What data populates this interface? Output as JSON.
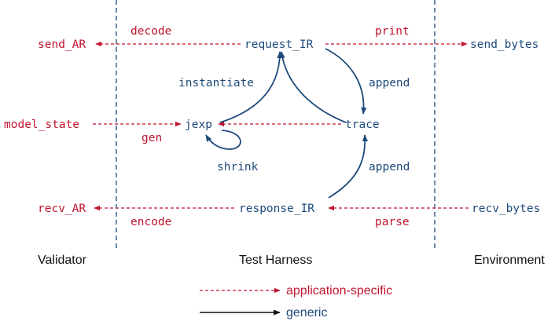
{
  "nodes": {
    "send_AR": "send_AR",
    "request_IR": "request_IR",
    "send_bytes": "send_bytes",
    "model_state": "model_state",
    "jexp": "jexp",
    "trace": "trace",
    "recv_AR": "recv_AR",
    "response_IR": "response_IR",
    "recv_bytes": "recv_bytes"
  },
  "edge_labels": {
    "decode": "decode",
    "print": "print",
    "instantiate": "instantiate",
    "append_top": "append",
    "gen": "gen",
    "shrink": "shrink",
    "append_bottom": "append",
    "encode": "encode",
    "parse": "parse"
  },
  "regions": {
    "validator": "Validator",
    "test_harness": "Test Harness",
    "environment": "Environment"
  },
  "legend": {
    "application_specific": "application-specific",
    "generic": "generic"
  },
  "colors": {
    "application_specific": "#c0152f",
    "generic": "#1d4a7a",
    "legend_generic": "#111111"
  }
}
